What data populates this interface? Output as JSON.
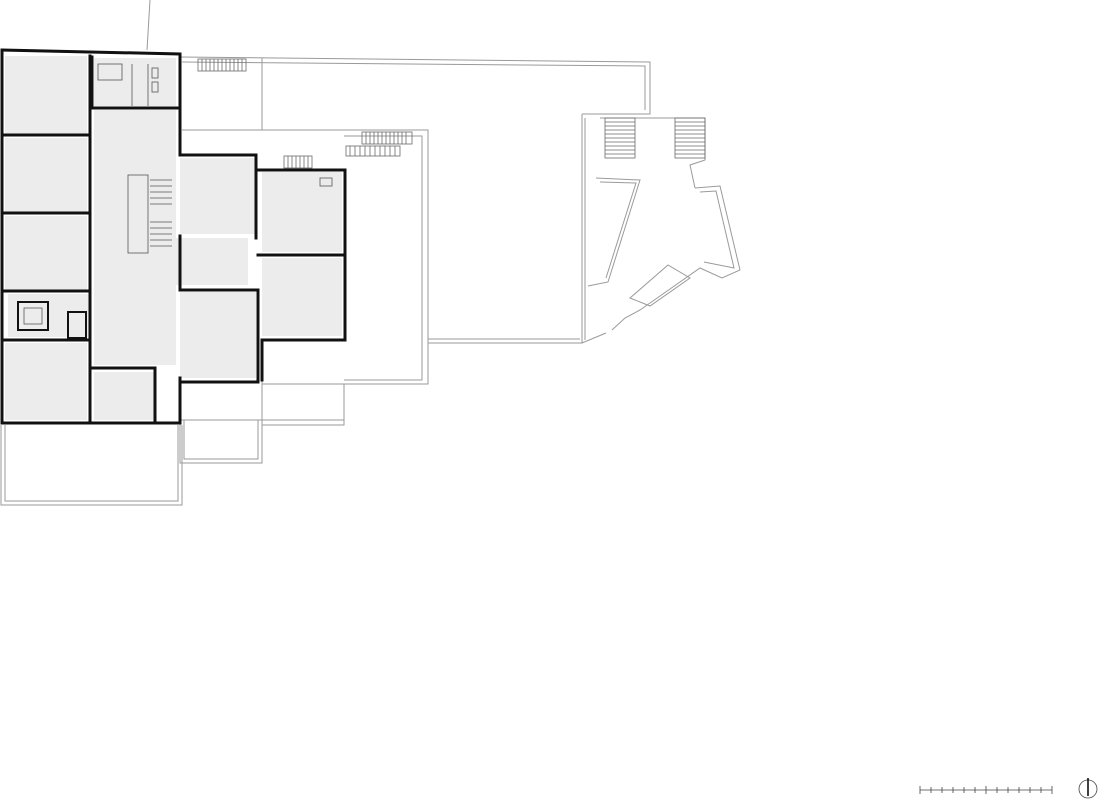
{
  "drawing": {
    "kind": "floor-plan",
    "colors": {
      "background": "#ffffff",
      "wall": "#111111",
      "room_fill": "#ececec",
      "outline": "#9a9a9a",
      "stair": "#6a6a6a"
    },
    "scale_bar": {
      "segments": 12
    },
    "north_arrow": {
      "orientation": "north-up"
    }
  }
}
